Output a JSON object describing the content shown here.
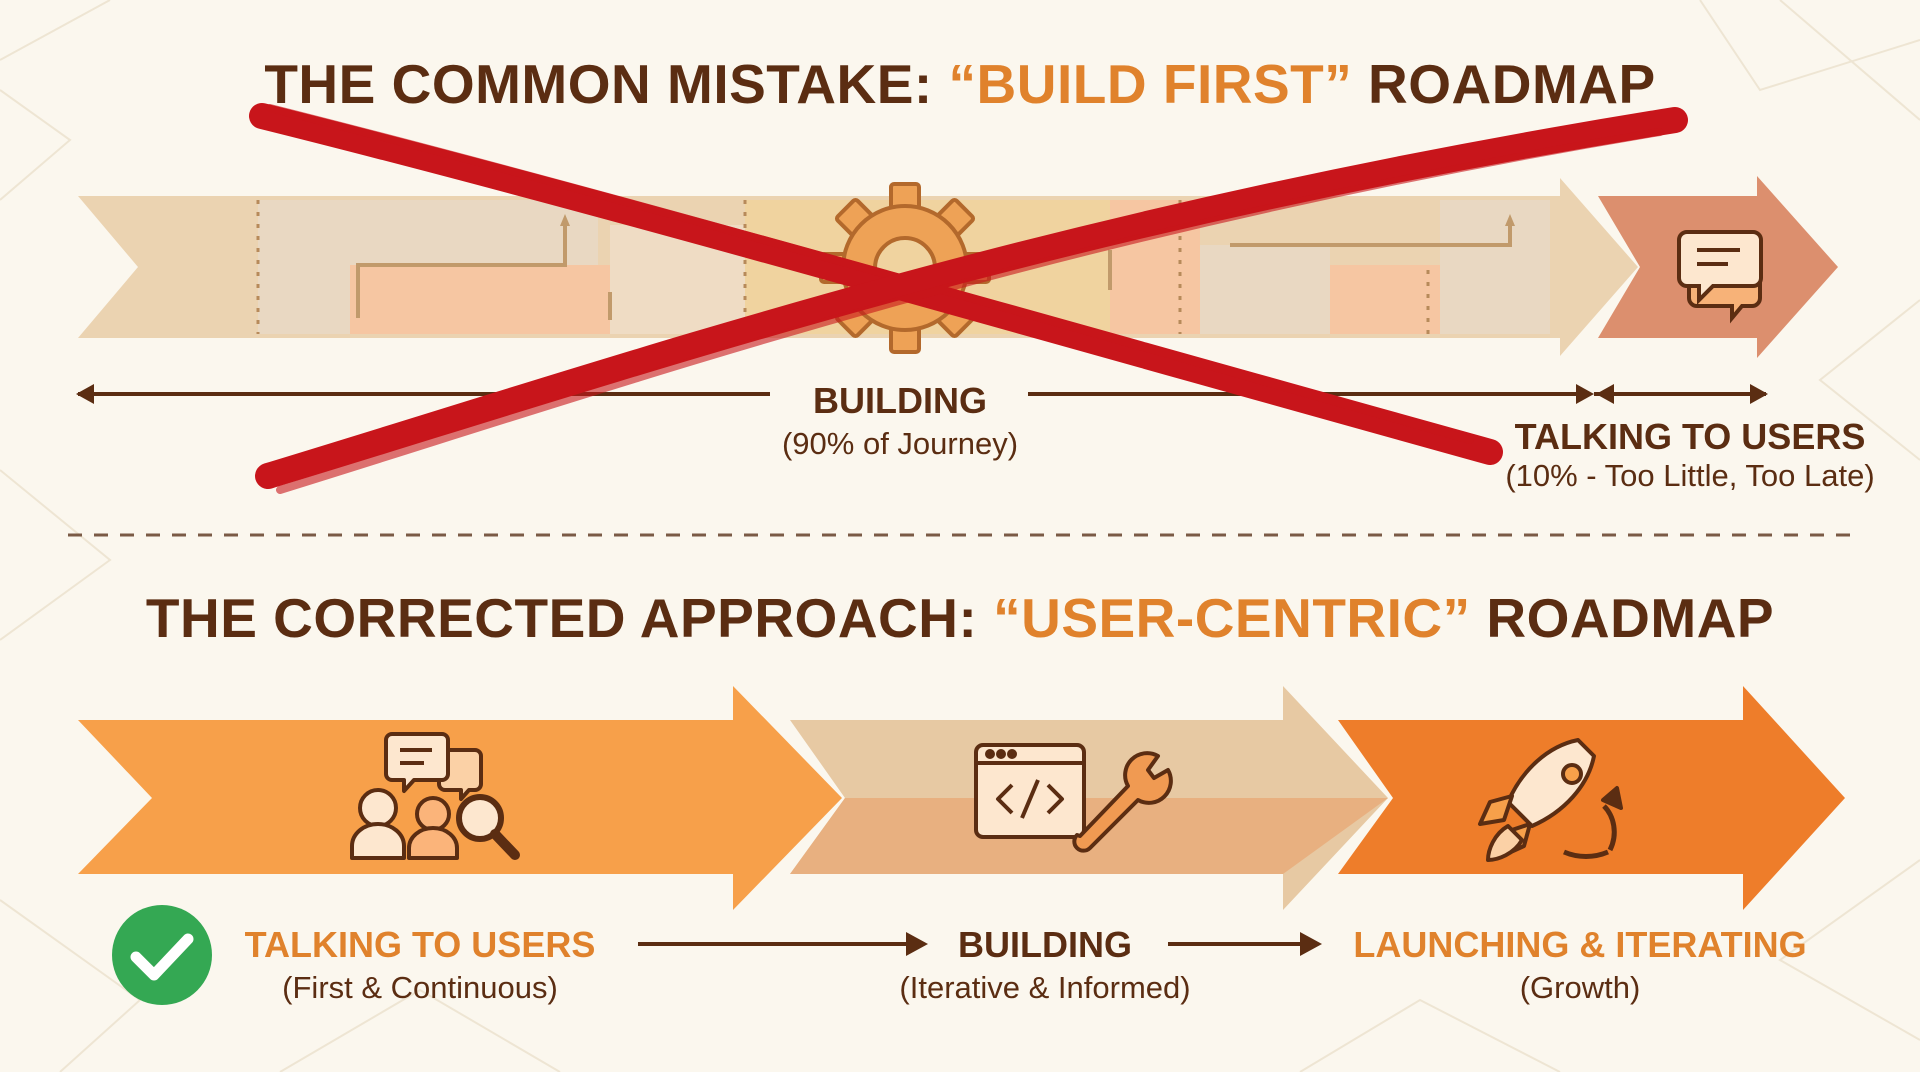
{
  "top": {
    "title_prefix": "THE COMMON MISTAKE: ",
    "title_highlight": "“BUILD FIRST”",
    "title_suffix": " ROADMAP",
    "building_label": "BUILDING",
    "building_sub": "(90% of Journey)",
    "talking_label": "TALKING TO USERS",
    "talking_sub": "(10% - Too Little, Too Late)",
    "crossed_out": true
  },
  "bottom": {
    "title_prefix": "THE CORRECTED APPROACH: ",
    "title_highlight": "“USER-CENTRIC”",
    "title_suffix": " ROADMAP",
    "steps": [
      {
        "label": "TALKING TO USERS",
        "sub": "(First & Continuous)",
        "icon": "users-chat-search-icon"
      },
      {
        "label": "BUILDING",
        "sub": "(Iterative & Informed)",
        "icon": "code-window-wrench-icon"
      },
      {
        "label": "LAUNCHING & ITERATING",
        "sub": "(Growth)",
        "icon": "rocket-growth-icon"
      }
    ],
    "check_icon": "check-circle-icon"
  },
  "colors": {
    "dark_brown": "#5b2d12",
    "accent_orange": "#e0822c",
    "cross_red": "#c8151b",
    "check_green": "#34a853",
    "arrow_orange": "#f7a04a",
    "arrow_beige": "#e7c9a3",
    "arrow_dark_orange": "#ee7d2a",
    "talk_arrow_salmon": "#dc8f6e"
  }
}
